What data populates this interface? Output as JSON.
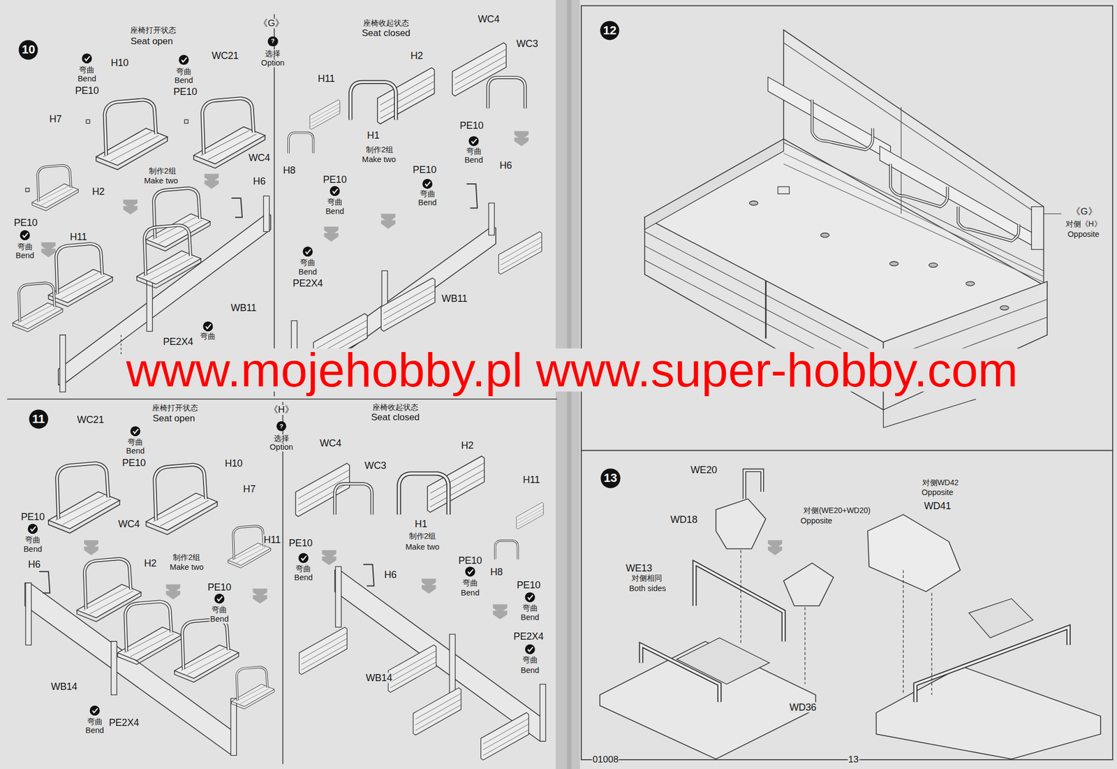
{
  "diagram": {
    "nodes": [
      {
        "text": [
          "10"
        ]
      },
      {
        "text": [
          "?"
        ]
      },
      {
        "text": [
          "11"
        ]
      },
      {
        "text": [
          "?"
        ]
      },
      {
        "text": [
          "12"
        ]
      },
      {
        "text": [
          "13"
        ]
      }
    ],
    "labels": [
      "座椅打开状态",
      "Seat open",
      "《G》",
      "选择",
      "Option",
      "弯曲",
      "Bend",
      "H10",
      "PE10",
      "弯曲",
      "Bend",
      "WC21",
      "PE10",
      "H7",
      "WC4",
      "H2",
      "制作2组",
      "Make two",
      "H6",
      "PE10",
      "弯曲",
      "Bend",
      "H11",
      "WB11",
      "PE2X4",
      "弯曲",
      "座椅收起状态",
      "Seat closed",
      "H11",
      "H2",
      "WC4",
      "WC3",
      "H1",
      "制作2组",
      "Make two",
      "H8",
      "PE10",
      "弯曲",
      "Bend",
      "PE10",
      "弯曲",
      "Bend",
      "PE10",
      "弯曲",
      "Bend",
      "H6",
      "弯曲",
      "Bend",
      "PE2X4",
      "WB11",
      "座椅打开状态",
      "Seat open",
      "《H》",
      "选择",
      "Option",
      "WC21",
      "弯曲",
      "Bend",
      "PE10",
      "H10",
      "H7",
      "PE10",
      "弯曲",
      "Bend",
      "WC4",
      "H2",
      "制作2组",
      "Make two",
      "H11",
      "H6",
      "PE10",
      "弯曲",
      "Bend",
      "WB14",
      "弯曲",
      "Bend",
      "PE2X4",
      "座椅收起状态",
      "Seat closed",
      "WC4",
      "WC3",
      "H2",
      "H1",
      "制作2组",
      "Make two",
      "H11",
      "PE10",
      "弯曲",
      "Bend",
      "H6",
      "PE10",
      "弯曲",
      "Bend",
      "H8",
      "PE10",
      "弯曲",
      "Bend",
      "PE2X4",
      "弯曲",
      "Bend",
      "WB14",
      "《G》",
      "对侧《H》",
      "Opposite",
      "WE20",
      "WD18",
      "对侧(WE20+WD20)",
      "Opposite",
      "对侧WD42",
      "Opposite",
      "WD41",
      "WE13",
      "对侧相同",
      "Both sides",
      "WD36",
      "www.mojehobby.pl www.super-hobby.com",
      "01008",
      "13"
    ]
  }
}
